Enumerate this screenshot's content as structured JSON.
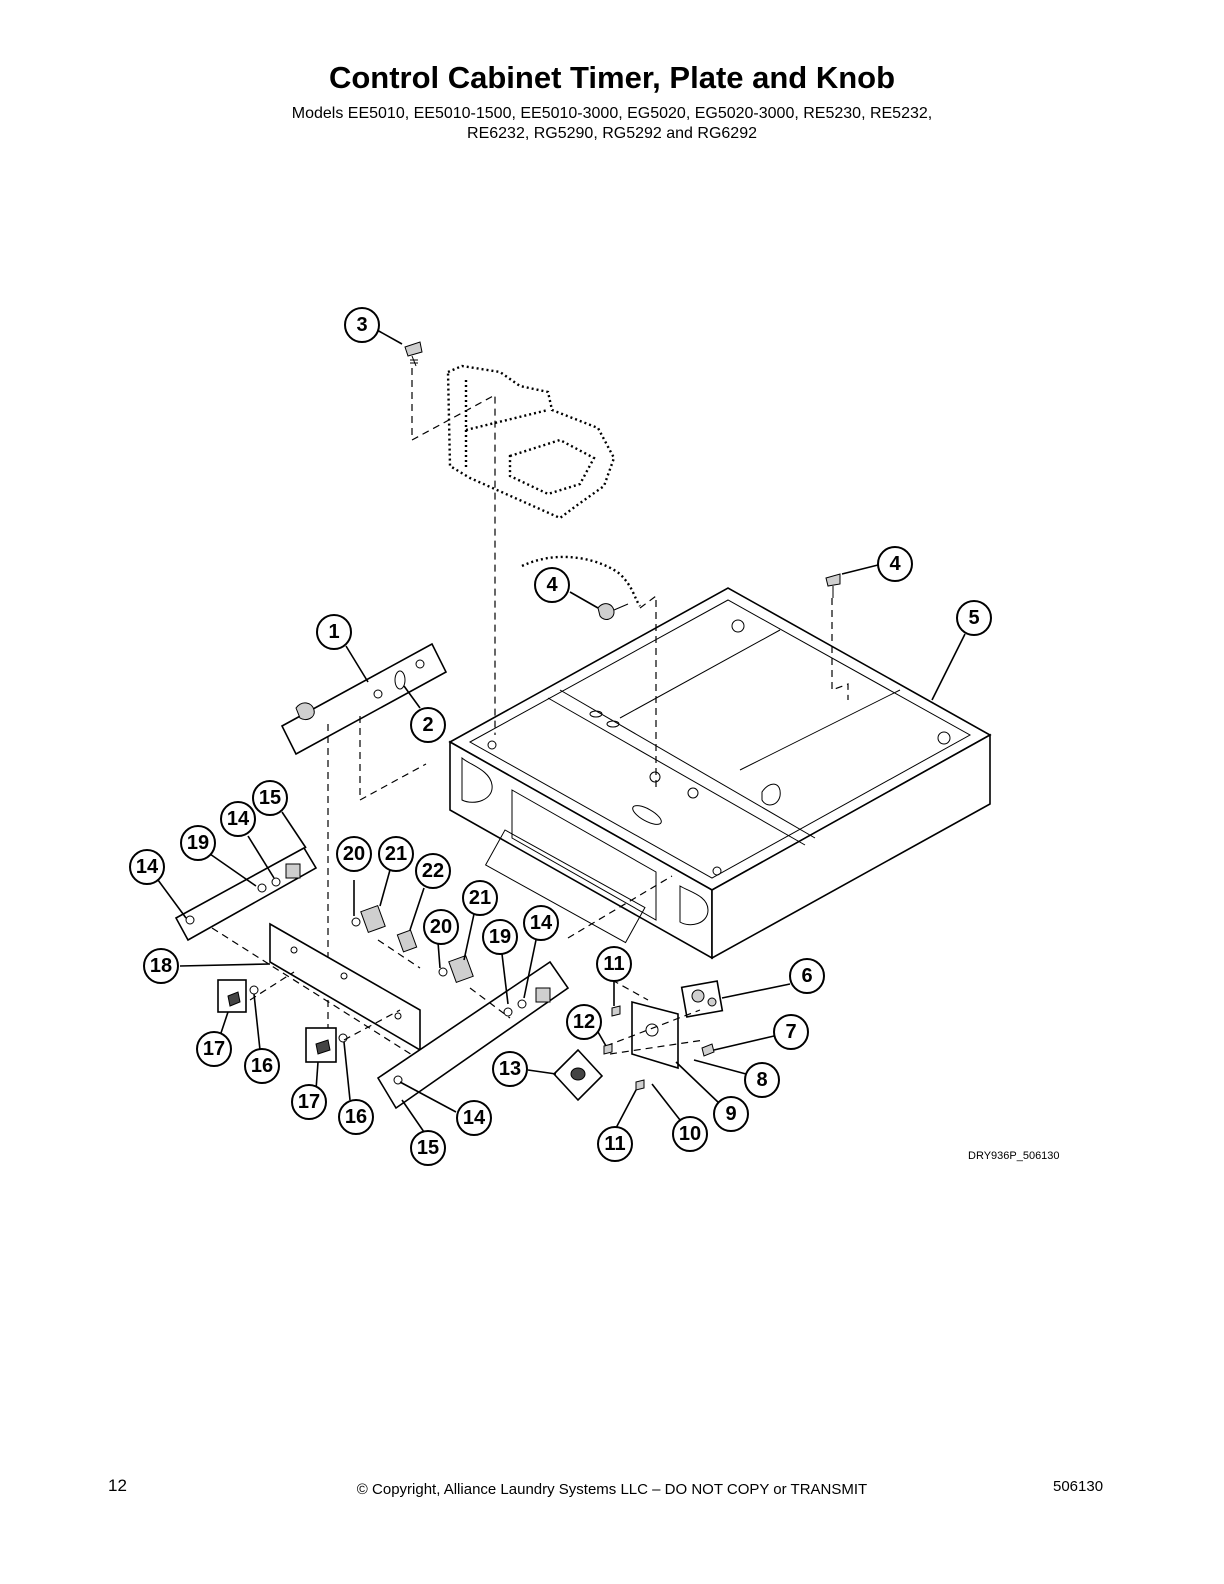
{
  "header": {
    "title": "Control Cabinet Timer, Plate and Knob",
    "models_line1": "Models EE5010, EE5010-1500, EE5010-3000, EG5020, EG5020-3000, RE5230, RE5232,",
    "models_line2": "RE6232, RG5290, RG5292 and RG6292"
  },
  "diagram": {
    "figure_code": "DRY936P_506130",
    "callouts": [
      "3",
      "4",
      "4",
      "5",
      "1",
      "2",
      "15",
      "14",
      "19",
      "14",
      "20",
      "21",
      "22",
      "21",
      "20",
      "19",
      "14",
      "18",
      "11",
      "6",
      "7",
      "12",
      "8",
      "13",
      "9",
      "17",
      "16",
      "17",
      "16",
      "14",
      "15",
      "11",
      "10"
    ]
  },
  "footer": {
    "page_number": "12",
    "copyright": "© Copyright, Alliance Laundry Systems LLC – DO NOT COPY or TRANSMIT",
    "document_number": "506130"
  }
}
